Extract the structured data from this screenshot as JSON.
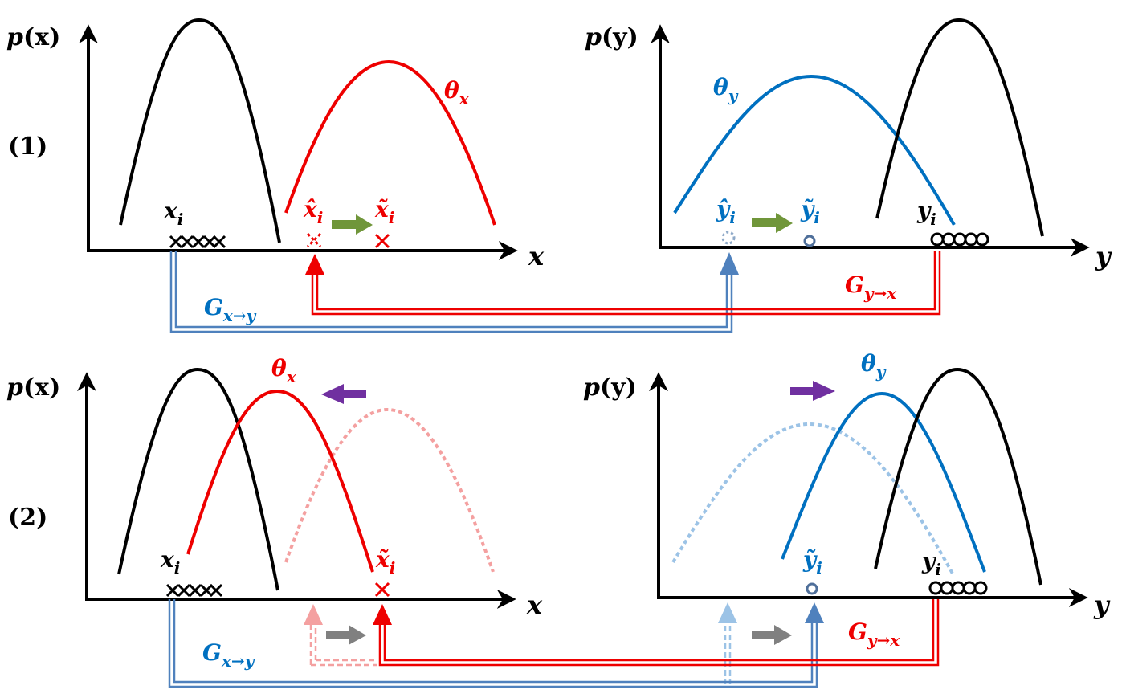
{
  "colors": {
    "black": "#000000",
    "red": "#ee0000",
    "red_faded": "#f4a0a0",
    "blue": "#0070c0",
    "blue_route": "#4f81bd",
    "blue_faded": "#9cc3e6",
    "green": "#70963a",
    "purple": "#7030a0",
    "gray": "#808080"
  },
  "panels": {
    "top": {
      "index_label": "(1)",
      "left": {
        "axis_y_label_p": "p",
        "axis_y_label_arg": "(x)",
        "axis_x_label": "x",
        "curve_label_main": "θ",
        "curve_label_sub": "x",
        "sample_label_main": "x",
        "sample_label_sub": "i",
        "hat_label_main": "x̂",
        "hat_label_sub": "i",
        "tilde_label_main": "x̃",
        "tilde_label_sub": "i"
      },
      "right": {
        "axis_y_label_p": "p",
        "axis_y_label_arg": "(y)",
        "axis_x_label": "y",
        "curve_label_main": "θ",
        "curve_label_sub": "y",
        "sample_label_main": "y",
        "sample_label_sub": "i",
        "hat_label_main": "ŷ",
        "hat_label_sub": "i",
        "tilde_label_main": "ỹ",
        "tilde_label_sub": "i"
      },
      "mapping_xy_main": "G",
      "mapping_xy_sub": "x→y",
      "mapping_yx_main": "G",
      "mapping_yx_sub": "y→x"
    },
    "bottom": {
      "index_label": "(2)",
      "left": {
        "axis_y_label_p": "p",
        "axis_y_label_arg": "(x)",
        "axis_x_label": "x",
        "curve_label_main": "θ",
        "curve_label_sub": "x",
        "sample_label_main": "x",
        "sample_label_sub": "i",
        "tilde_label_main": "x̃",
        "tilde_label_sub": "i"
      },
      "right": {
        "axis_y_label_p": "p",
        "axis_y_label_arg": "(y)",
        "axis_x_label": "y",
        "curve_label_main": "θ",
        "curve_label_sub": "y",
        "sample_label_main": "y",
        "sample_label_sub": "i",
        "tilde_label_main": "ỹ",
        "tilde_label_sub": "i"
      },
      "mapping_xy_main": "G",
      "mapping_xy_sub": "x→y",
      "mapping_yx_main": "G",
      "mapping_yx_sub": "y→x"
    }
  }
}
